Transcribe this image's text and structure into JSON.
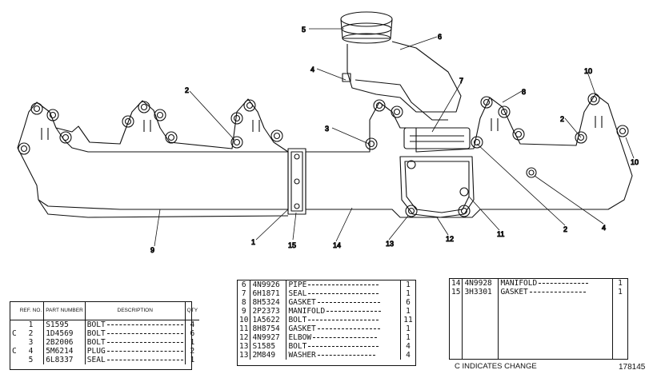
{
  "callouts": [
    "1",
    "2",
    "2",
    "2",
    "3",
    "4",
    "4",
    "5",
    "6",
    "7",
    "8",
    "9",
    "10",
    "10",
    "11",
    "12",
    "13",
    "14",
    "15"
  ],
  "table1": {
    "header": {
      "ref": "REF. NO.",
      "part": "PART NUMBER",
      "desc": "DESCRIPTION",
      "qty": "QTY"
    },
    "rows": [
      {
        "c": "",
        "no": "1",
        "pn": "S1595",
        "desc": "BOLT",
        "qty": "4"
      },
      {
        "c": "C",
        "no": "2",
        "pn": "1D4569",
        "desc": "BOLT",
        "qty": "6"
      },
      {
        "c": "",
        "no": "3",
        "pn": "2B2006",
        "desc": "BOLT",
        "qty": "1"
      },
      {
        "c": "C",
        "no": "4",
        "pn": "5M6214",
        "desc": "PLUG",
        "qty": "2"
      },
      {
        "c": "",
        "no": "5",
        "pn": "6L8337",
        "desc": "SEAL",
        "qty": "1"
      }
    ]
  },
  "table2": {
    "rows": [
      {
        "no": "6",
        "pn": "4N9926",
        "desc": "PIPE",
        "qty": "1"
      },
      {
        "no": "7",
        "pn": "6H1871",
        "desc": "SEAL",
        "qty": "1"
      },
      {
        "no": "8",
        "pn": "8H5324",
        "desc": "GASKET",
        "qty": "6"
      },
      {
        "no": "9",
        "pn": "2P2373",
        "desc": "MANIFOLD",
        "qty": "1"
      },
      {
        "no": "10",
        "pn": "1A5622",
        "desc": "BOLT",
        "qty": "11"
      },
      {
        "no": "11",
        "pn": "8H8754",
        "desc": "GASKET",
        "qty": "1"
      },
      {
        "no": "12",
        "pn": "4N9927",
        "desc": "ELBOW",
        "qty": "1"
      },
      {
        "no": "13",
        "pn": "S1585",
        "desc": "BOLT",
        "qty": "4"
      },
      {
        "no": "13",
        "pn": "2M849",
        "desc": "WASHER",
        "qty": "4"
      }
    ]
  },
  "table3": {
    "rows": [
      {
        "no": "14",
        "pn": "4N9928",
        "desc": "MANIFOLD",
        "qty": "1"
      },
      {
        "no": "15",
        "pn": "3H3301",
        "desc": "GASKET",
        "qty": "1"
      }
    ]
  },
  "footer": {
    "change_note": "C INDICATES CHANGE",
    "figure_number": "178145"
  }
}
